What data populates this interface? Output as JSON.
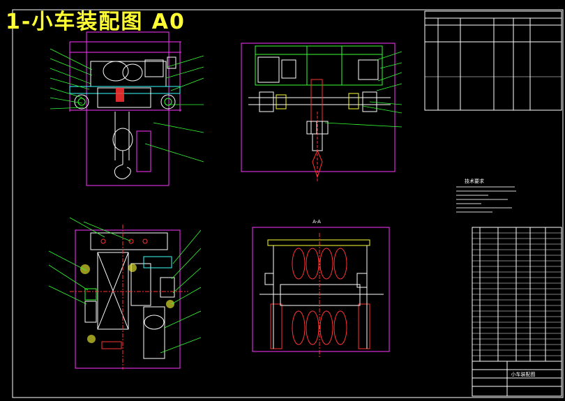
{
  "title": "1-小车装配图  A0",
  "tech_requirements_heading": "技术要求",
  "section_label": "A-A",
  "title_block": {
    "drawing_name": "小车装配图"
  },
  "colors": {
    "background": "#000000",
    "frame": "#ffffff",
    "title": "#ffff33",
    "outline": "#ff33ff",
    "part_body": "#ffffff",
    "assembly_green": "#33ff33",
    "accent_red": "#ff3333",
    "accent_yellow": "#ffff33",
    "accent_cyan": "#33ffff"
  }
}
